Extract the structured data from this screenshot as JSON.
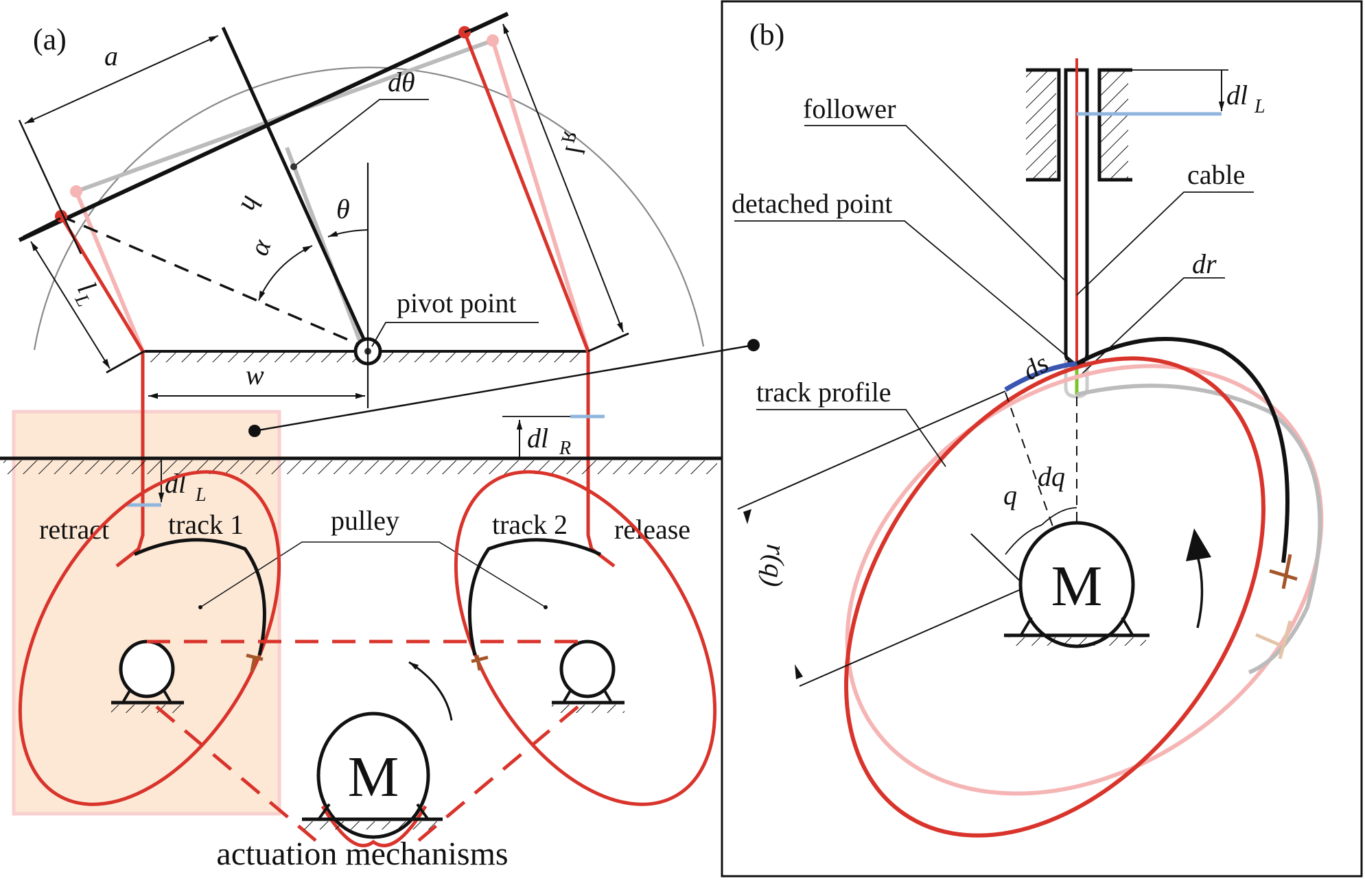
{
  "panels": {
    "a": {
      "tag": "(a)",
      "labels": {
        "a": "a",
        "d_theta": "dθ",
        "h": "h",
        "theta": "θ",
        "alpha": "α",
        "l_L": "l",
        "l_L_sub": "L",
        "l_R": "l",
        "l_R_sub": "R",
        "pivot_point": "pivot point",
        "w": "w",
        "dl_R": "dl",
        "dl_R_sub": "R",
        "dl_L": "dl",
        "dl_L_sub": "L",
        "retract": "retract",
        "track1": "track 1",
        "pulley": "pulley",
        "track2": "track 2",
        "release": "release",
        "motor": "M",
        "caption": "actuation mechanisms"
      }
    },
    "b": {
      "tag": "(b)",
      "labels": {
        "follower": "follower",
        "dl_L": "dl",
        "dl_L_sub": "L",
        "cable": "cable",
        "detached_point": "detached point",
        "dr": "dr",
        "ds": "ds",
        "track_profile": "track profile",
        "dq": "dq",
        "q": "q",
        "r_q": "r(q)",
        "motor": "M"
      }
    }
  },
  "colors": {
    "cable_red": "#d9342b",
    "cable_faded": "#f6b5b5",
    "ghost_gray": "#bdbdbd",
    "retract_fill": "#fde8d6",
    "retract_border": "#f9cfcf",
    "dl_marker_blue": "#8fb5dc",
    "ds_blue": "#3a56b0",
    "dr_green": "#7cc42a",
    "stopper_brown": "#a4562a",
    "stopper_faded": "#e3c4a8"
  }
}
